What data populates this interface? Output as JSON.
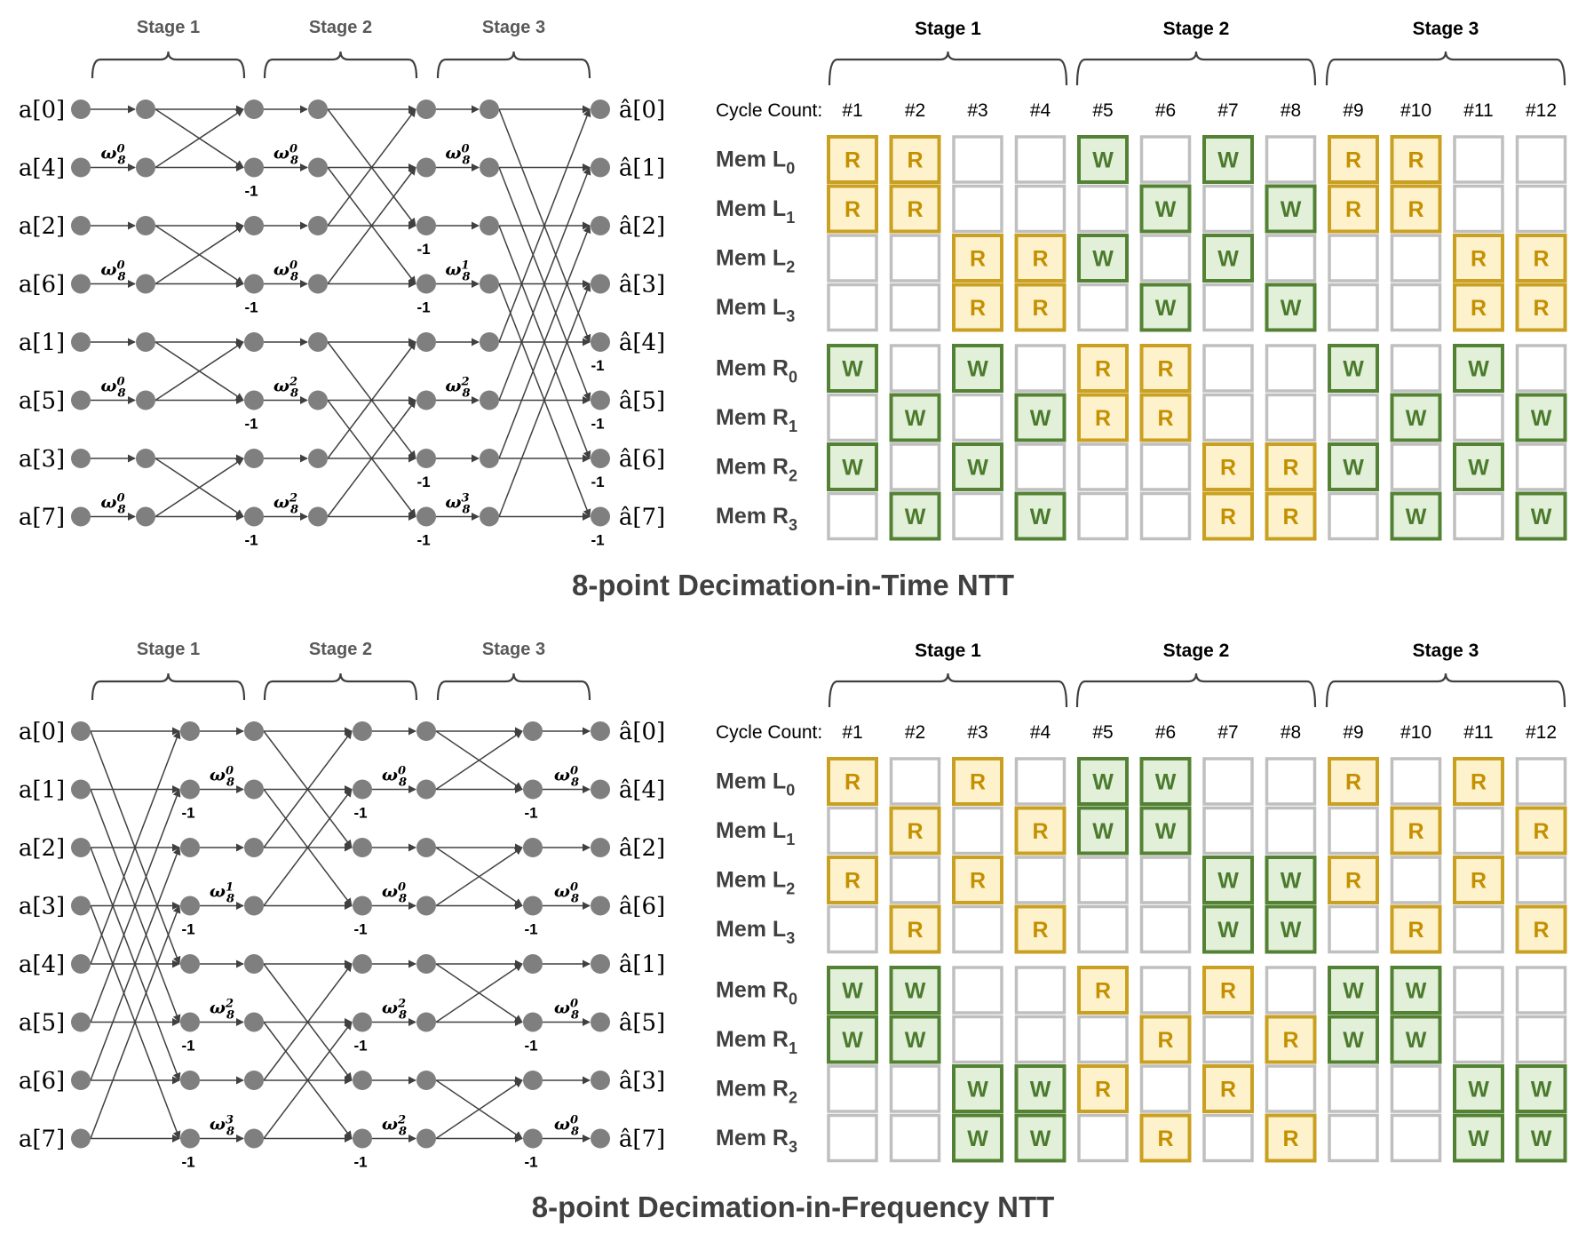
{
  "colors": {
    "node": "#7f7f7f",
    "edge": "#404040",
    "brace": "#404040",
    "read_stroke": "#c9a021",
    "read_fill": "#fdf2cc",
    "read_text": "#c49000",
    "write_stroke": "#548235",
    "write_fill": "#e2efd9",
    "write_text": "#4a7a2c",
    "empty_stroke": "#bfbfbf",
    "title_text": "#404040",
    "label_text": "#595959"
  },
  "dit": {
    "title": "8-point Decimation-in-Time NTT",
    "stages": [
      "Stage 1",
      "Stage 2",
      "Stage 3"
    ],
    "inputs": [
      "a[0]",
      "a[4]",
      "a[2]",
      "a[6]",
      "a[1]",
      "a[5]",
      "a[3]",
      "a[7]"
    ],
    "outputs": [
      "â[0]",
      "â[1]",
      "â[2]",
      "â[3]",
      "â[4]",
      "â[5]",
      "â[6]",
      "â[7]"
    ],
    "twiddles": [
      {
        "col": 0,
        "row": 1,
        "exp": "0"
      },
      {
        "col": 0,
        "row": 3,
        "exp": "0"
      },
      {
        "col": 0,
        "row": 5,
        "exp": "0"
      },
      {
        "col": 0,
        "row": 7,
        "exp": "0"
      },
      {
        "col": 1,
        "row": 1,
        "exp": "0"
      },
      {
        "col": 1,
        "row": 3,
        "exp": "0"
      },
      {
        "col": 1,
        "row": 5,
        "exp": "2"
      },
      {
        "col": 1,
        "row": 7,
        "exp": "2"
      },
      {
        "col": 2,
        "row": 1,
        "exp": "0"
      },
      {
        "col": 2,
        "row": 3,
        "exp": "1"
      },
      {
        "col": 2,
        "row": 5,
        "exp": "2"
      },
      {
        "col": 2,
        "row": 7,
        "exp": "3"
      }
    ],
    "neg_one": "-1",
    "table": {
      "cycle_label": "Cycle Count:",
      "cycles": [
        "#1",
        "#2",
        "#3",
        "#4",
        "#5",
        "#6",
        "#7",
        "#8",
        "#9",
        "#10",
        "#11",
        "#12"
      ],
      "stages": [
        "Stage 1",
        "Stage 2",
        "Stage 3"
      ],
      "rows": [
        {
          "name": "Mem L",
          "sub": "0",
          "cells": [
            "R",
            "R",
            "",
            "",
            "W",
            "",
            "W",
            "",
            "R",
            "R",
            "",
            ""
          ]
        },
        {
          "name": "Mem L",
          "sub": "1",
          "cells": [
            "R",
            "R",
            "",
            "",
            "",
            "W",
            "",
            "W",
            "R",
            "R",
            "",
            ""
          ]
        },
        {
          "name": "Mem L",
          "sub": "2",
          "cells": [
            "",
            "",
            "R",
            "R",
            "W",
            "",
            "W",
            "",
            "",
            "",
            "R",
            "R"
          ]
        },
        {
          "name": "Mem L",
          "sub": "3",
          "cells": [
            "",
            "",
            "R",
            "R",
            "",
            "W",
            "",
            "W",
            "",
            "",
            "R",
            "R"
          ]
        },
        {
          "name": "Mem R",
          "sub": "0",
          "cells": [
            "W",
            "",
            "W",
            "",
            "R",
            "R",
            "",
            "",
            "W",
            "",
            "W",
            ""
          ]
        },
        {
          "name": "Mem R",
          "sub": "1",
          "cells": [
            "",
            "W",
            "",
            "W",
            "R",
            "R",
            "",
            "",
            "",
            "W",
            "",
            "W"
          ]
        },
        {
          "name": "Mem R",
          "sub": "2",
          "cells": [
            "W",
            "",
            "W",
            "",
            "",
            "",
            "R",
            "R",
            "W",
            "",
            "W",
            ""
          ]
        },
        {
          "name": "Mem R",
          "sub": "3",
          "cells": [
            "",
            "W",
            "",
            "W",
            "",
            "",
            "R",
            "R",
            "",
            "W",
            "",
            "W"
          ]
        }
      ]
    }
  },
  "dif": {
    "title": "8-point Decimation-in-Frequency NTT",
    "stages": [
      "Stage 1",
      "Stage 2",
      "Stage 3"
    ],
    "inputs": [
      "a[0]",
      "a[1]",
      "a[2]",
      "a[3]",
      "a[4]",
      "a[5]",
      "a[6]",
      "a[7]"
    ],
    "outputs": [
      "â[0]",
      "â[4]",
      "â[2]",
      "â[6]",
      "â[1]",
      "â[5]",
      "â[3]",
      "â[7]"
    ],
    "twiddles": [
      {
        "col": 0,
        "row": 1,
        "exp": "0"
      },
      {
        "col": 0,
        "row": 3,
        "exp": "1"
      },
      {
        "col": 0,
        "row": 5,
        "exp": "2"
      },
      {
        "col": 0,
        "row": 7,
        "exp": "3"
      },
      {
        "col": 1,
        "row": 1,
        "exp": "0"
      },
      {
        "col": 1,
        "row": 3,
        "exp": "0"
      },
      {
        "col": 1,
        "row": 5,
        "exp": "2"
      },
      {
        "col": 1,
        "row": 7,
        "exp": "2"
      },
      {
        "col": 2,
        "row": 1,
        "exp": "0"
      },
      {
        "col": 2,
        "row": 3,
        "exp": "0"
      },
      {
        "col": 2,
        "row": 5,
        "exp": "0"
      },
      {
        "col": 2,
        "row": 7,
        "exp": "0"
      }
    ],
    "neg_one": "-1",
    "table": {
      "cycle_label": "Cycle Count:",
      "cycles": [
        "#1",
        "#2",
        "#3",
        "#4",
        "#5",
        "#6",
        "#7",
        "#8",
        "#9",
        "#10",
        "#11",
        "#12"
      ],
      "stages": [
        "Stage 1",
        "Stage 2",
        "Stage 3"
      ],
      "rows": [
        {
          "name": "Mem L",
          "sub": "0",
          "cells": [
            "R",
            "",
            "R",
            "",
            "W",
            "W",
            "",
            "",
            "R",
            "",
            "R",
            ""
          ]
        },
        {
          "name": "Mem L",
          "sub": "1",
          "cells": [
            "",
            "R",
            "",
            "R",
            "W",
            "W",
            "",
            "",
            "",
            "R",
            "",
            "R"
          ]
        },
        {
          "name": "Mem L",
          "sub": "2",
          "cells": [
            "R",
            "",
            "R",
            "",
            "",
            "",
            "W",
            "W",
            "R",
            "",
            "R",
            ""
          ]
        },
        {
          "name": "Mem L",
          "sub": "3",
          "cells": [
            "",
            "R",
            "",
            "R",
            "",
            "",
            "W",
            "W",
            "",
            "R",
            "",
            "R"
          ]
        },
        {
          "name": "Mem R",
          "sub": "0",
          "cells": [
            "W",
            "W",
            "",
            "",
            "R",
            "",
            "R",
            "",
            "W",
            "W",
            "",
            ""
          ]
        },
        {
          "name": "Mem R",
          "sub": "1",
          "cells": [
            "W",
            "W",
            "",
            "",
            "",
            "R",
            "",
            "R",
            "W",
            "W",
            "",
            ""
          ]
        },
        {
          "name": "Mem R",
          "sub": "2",
          "cells": [
            "",
            "",
            "W",
            "W",
            "R",
            "",
            "R",
            "",
            "",
            "",
            "W",
            "W"
          ]
        },
        {
          "name": "Mem R",
          "sub": "3",
          "cells": [
            "",
            "",
            "W",
            "W",
            "",
            "R",
            "",
            "R",
            "",
            "",
            "W",
            "W"
          ]
        }
      ]
    }
  }
}
